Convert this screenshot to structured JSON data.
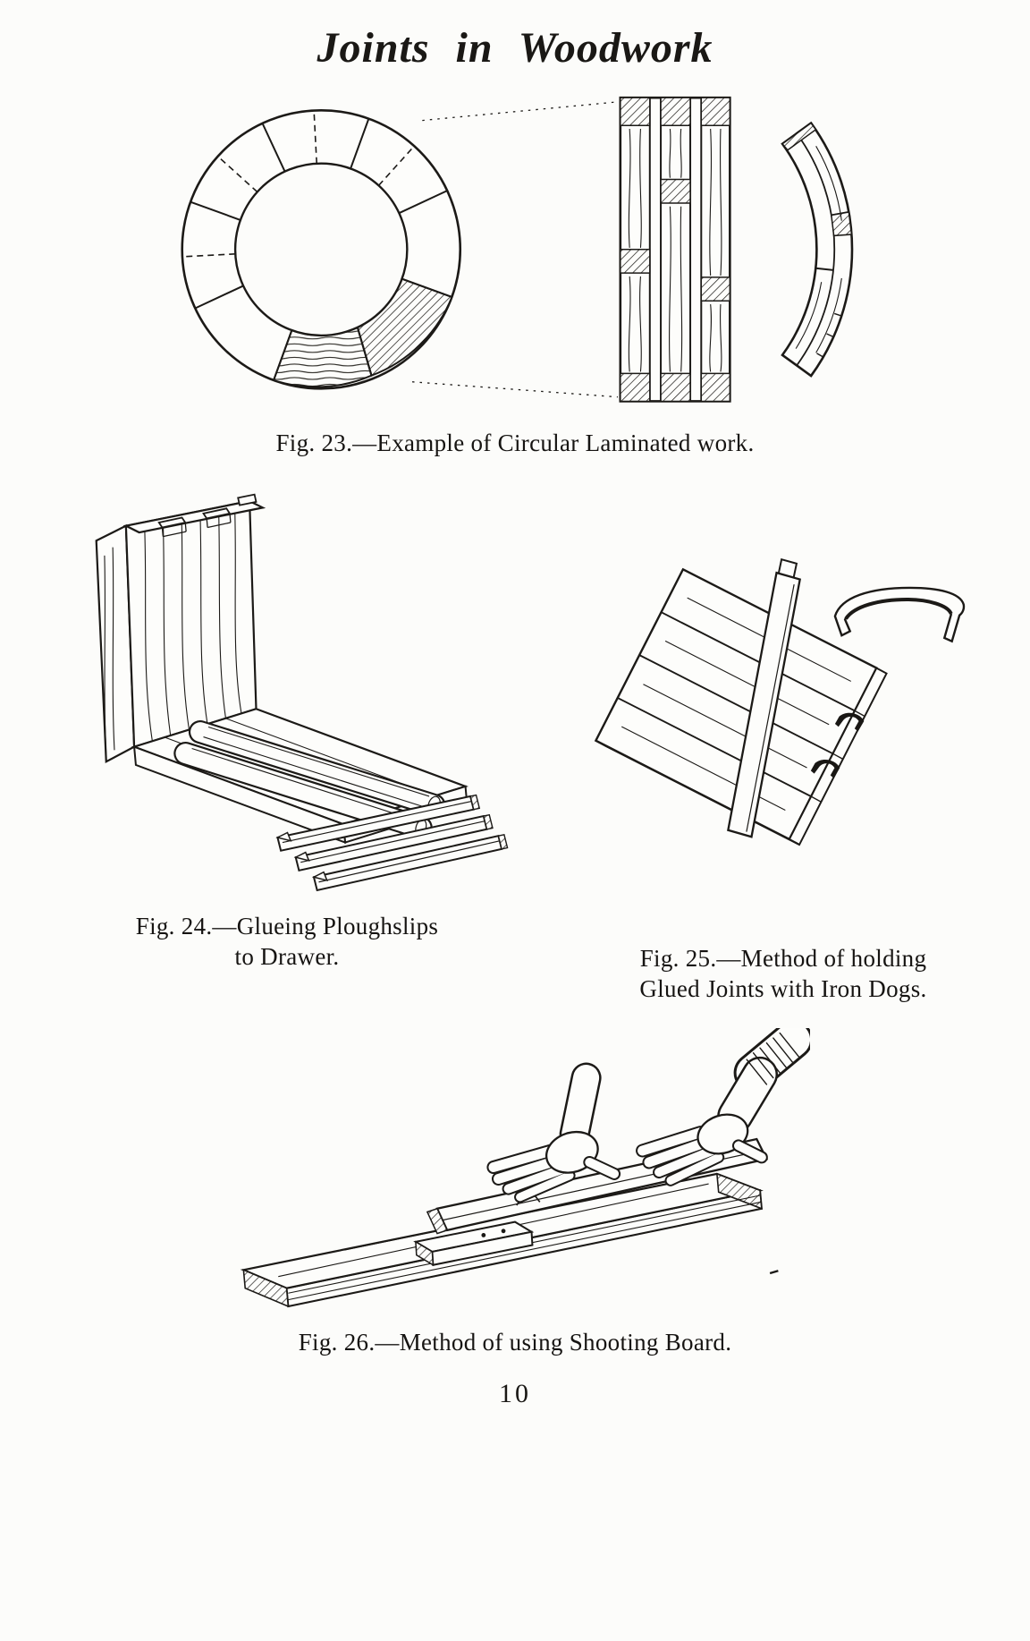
{
  "paper_color": "#fcfcfa",
  "ink_color": "#1a1815",
  "header": {
    "title": "Joints in Woodwork"
  },
  "figures": {
    "fig23": {
      "caption": "Fig. 23.—Example of Circular Laminated work."
    },
    "fig24": {
      "caption_line1": "Fig. 24.—Glueing Ploughslips",
      "caption_line2": "to Drawer."
    },
    "fig25": {
      "caption_line1": "Fig. 25.—Method of holding",
      "caption_line2": "Glued Joints with Iron Dogs."
    },
    "fig26": {
      "caption": "Fig. 26.—Method of using Shooting Board."
    }
  },
  "footer": {
    "page_number": "10"
  }
}
